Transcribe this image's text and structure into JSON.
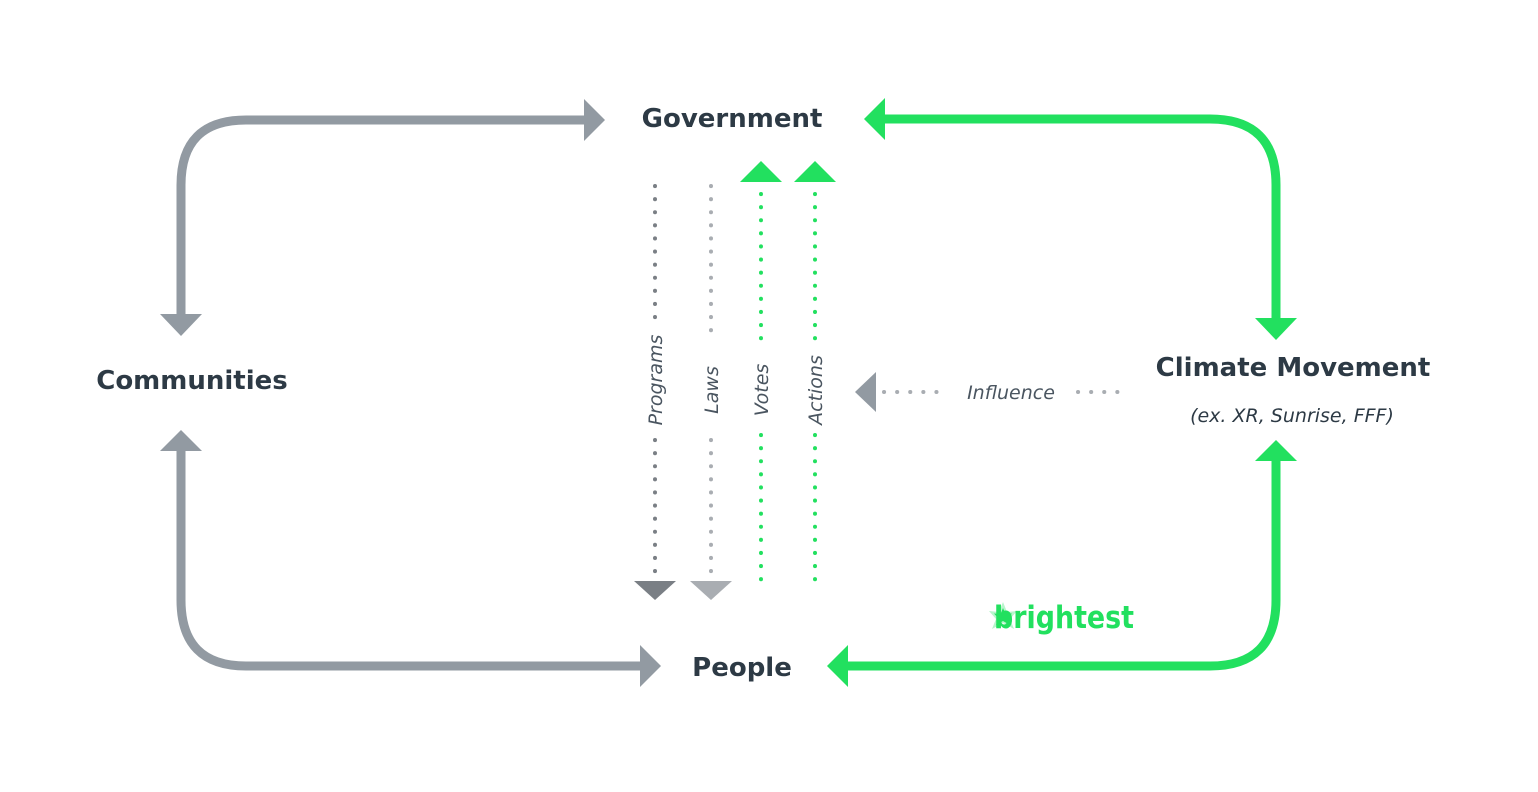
{
  "nodes": {
    "government": "Government",
    "communities": "Communities",
    "climate_movement": "Climate Movement",
    "climate_movement_examples": "(ex. XR, Sunrise, FFF)",
    "people": "People"
  },
  "flows": {
    "programs": "Programs",
    "laws": "Laws",
    "votes": "Votes",
    "actions": "Actions",
    "influence": "Influence"
  },
  "logo": {
    "text": "brightest"
  },
  "colors": {
    "gray": "#929aa2",
    "green": "#22e05f",
    "dark_text": "#2d3a45",
    "dot_gray_dark": "#7a7f85",
    "dot_gray_light": "#a9adb2"
  }
}
